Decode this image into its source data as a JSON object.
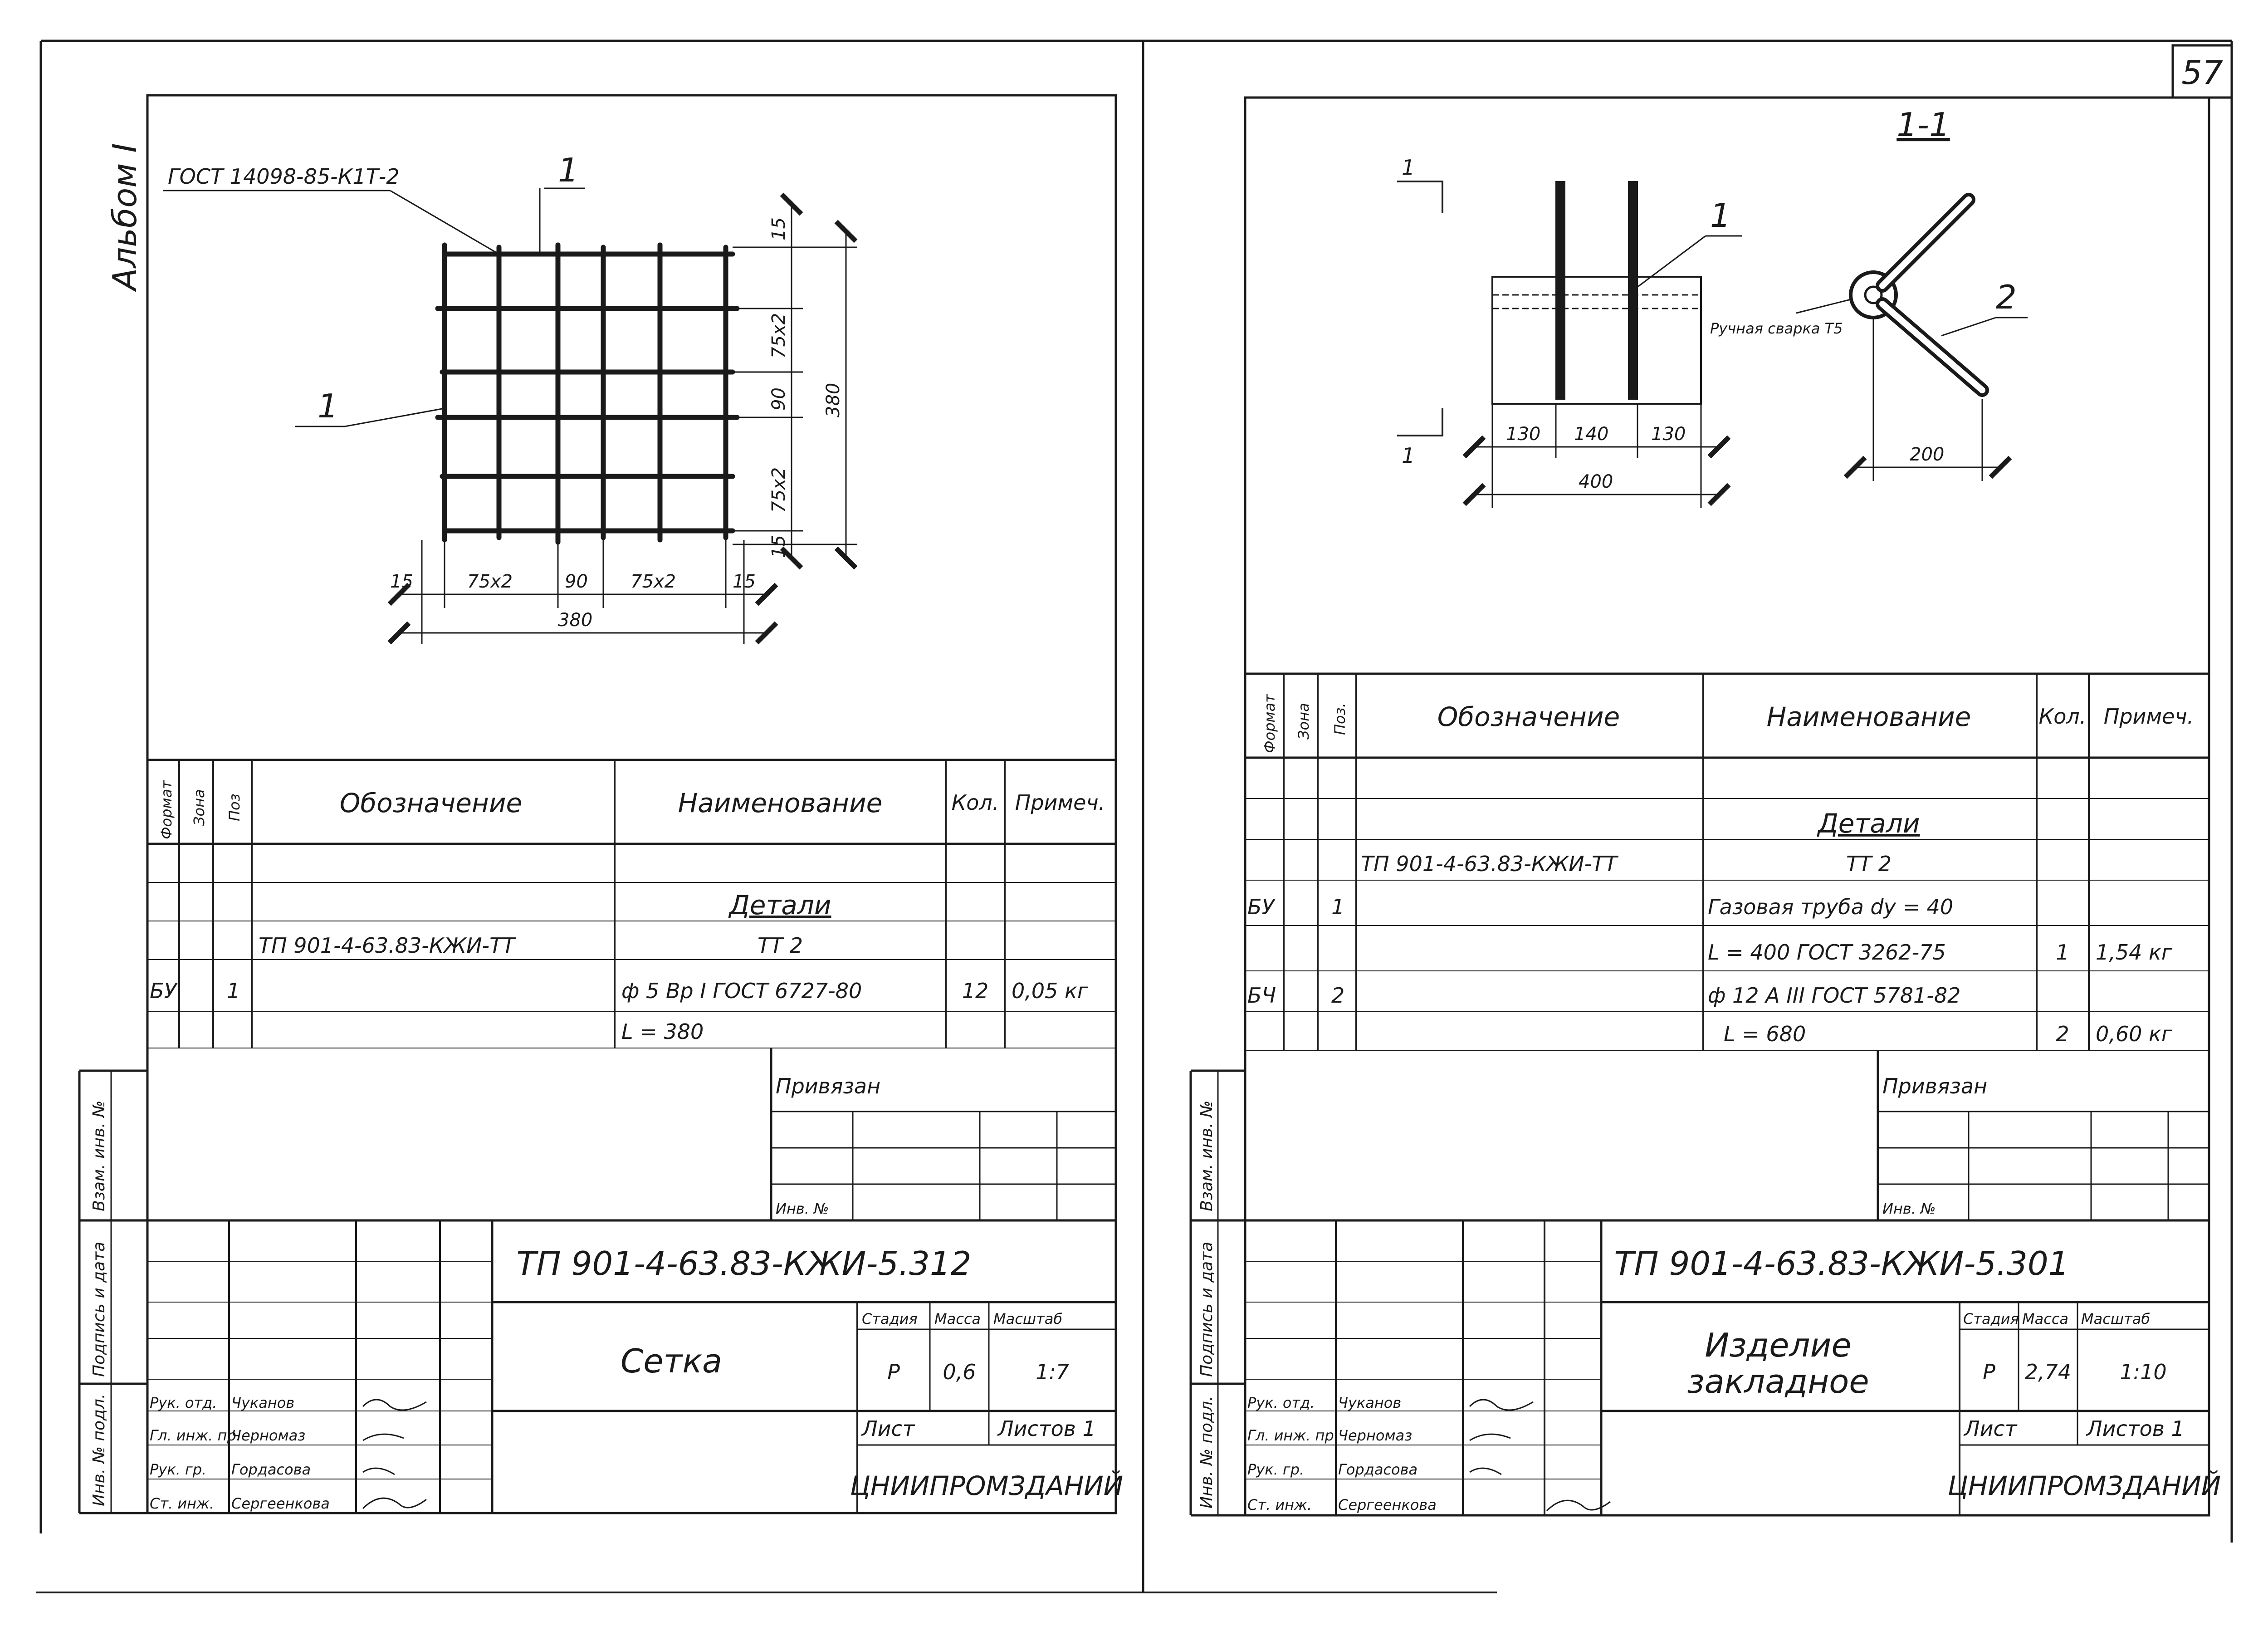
{
  "page_number": "57",
  "album_label": "Альбом I",
  "left": {
    "callouts": {
      "standard": "ГОСТ 14098-85-К1Т-2",
      "pos_top": "1",
      "pos_left": "1"
    },
    "dimensions": {
      "top": "15",
      "pitch_top": "75x2",
      "mid_v": "90",
      "pitch_bottom": "75x2",
      "bottom": "15",
      "height_total": "380",
      "left": "15",
      "pitch_left": "75x2",
      "mid_h": "90",
      "pitch_right": "75x2",
      "right": "15",
      "width_total": "380"
    },
    "spec_headers": {
      "format": "Формат",
      "zone": "Зона",
      "pos": "Поз",
      "designation": "Обозначение",
      "name": "Наименование",
      "qty": "Кол.",
      "note": "Примеч."
    },
    "spec_rows": [
      {
        "format": "",
        "pos": "",
        "designation": "",
        "name": "Детали",
        "qty": "",
        "note": ""
      },
      {
        "format": "",
        "pos": "",
        "designation": "ТП 901-4-63.83-КЖИ-ТТ",
        "name": "ТТ 2",
        "qty": "",
        "note": ""
      },
      {
        "format": "БУ",
        "pos": "1",
        "designation": "",
        "name": "ф 5 Вр I   ГОСТ 6727-80",
        "qty": "12",
        "note": "0,05 кг"
      },
      {
        "format": "",
        "pos": "",
        "designation": "",
        "name": "L = 380",
        "qty": "",
        "note": ""
      }
    ],
    "privyazan": "Привязан",
    "inv_no": "Инв. №",
    "side_labels": {
      "a": "Взам. инв. №",
      "b": "Подпись и дата",
      "c": "Инв. № подл."
    },
    "doc_code": "ТП 901-4-63.83-КЖИ-5.312",
    "title": "Сетка",
    "stage_label": "Стадия",
    "mass_label": "Масса",
    "scale_label": "Масштаб",
    "stage": "Р",
    "mass": "0,6",
    "scale": "1:7",
    "sheet_label": "Лист",
    "sheets_label": "Листов 1",
    "org": "ЦНИИПРОМЗДАНИЙ",
    "signers": [
      {
        "role": "Рук. отд.",
        "name": "Чуканов"
      },
      {
        "role": "Гл. инж. пр.",
        "name": "Черномаз"
      },
      {
        "role": "Рук. гр.",
        "name": "Гордасова"
      },
      {
        "role": "Ст. инж.",
        "name": "Сергеенкова"
      }
    ]
  },
  "right": {
    "section_label": "1-1",
    "section_marks": {
      "top": "1",
      "bottom": "1"
    },
    "callouts": {
      "pos1": "1",
      "pos2": "2",
      "weld": "Ручная сварка Т5"
    },
    "dimensions": {
      "d1": "130",
      "d2": "140",
      "d3": "130",
      "total": "400",
      "bar": "200"
    },
    "spec_headers": {
      "format": "Формат",
      "zone": "Зона",
      "pos": "Поз.",
      "designation": "Обозначение",
      "name": "Наименование",
      "qty": "Кол.",
      "note": "Примеч."
    },
    "spec_rows": [
      {
        "format": "",
        "pos": "",
        "designation": "",
        "name": "Детали",
        "qty": "",
        "note": ""
      },
      {
        "format": "",
        "pos": "",
        "designation": "ТП 901-4-63.83-КЖИ-ТТ",
        "name": "ТТ 2",
        "qty": "",
        "note": ""
      },
      {
        "format": "БУ",
        "pos": "1",
        "designation": "",
        "name": "Газовая труба dy = 40",
        "qty": "",
        "note": ""
      },
      {
        "format": "",
        "pos": "",
        "designation": "",
        "name": "L = 400   ГОСТ 3262-75",
        "qty": "1",
        "note": "1,54 кг"
      },
      {
        "format": "БЧ",
        "pos": "2",
        "designation": "",
        "name": "ф 12 A III   ГОСТ 5781-82",
        "qty": "",
        "note": ""
      },
      {
        "format": "",
        "pos": "",
        "designation": "",
        "name": "L = 680",
        "qty": "2",
        "note": "0,60 кг"
      }
    ],
    "privyazan": "Привязан",
    "inv_no": "Инв. №",
    "side_labels": {
      "a": "Взам. инв. №",
      "b": "Подпись и дата",
      "c": "Инв. № подл."
    },
    "doc_code": "ТП 901-4-63.83-КЖИ-5.301",
    "title_line1": "Изделие",
    "title_line2": "закладное",
    "stage_label": "Стадия",
    "mass_label": "Масса",
    "scale_label": "Масштаб",
    "stage": "Р",
    "mass": "2,74",
    "scale": "1:10",
    "sheet_label": "Лист",
    "sheets_label": "Листов 1",
    "org": "ЦНИИПРОМЗДАНИЙ",
    "signers": [
      {
        "role": "Рук. отд.",
        "name": "Чуканов"
      },
      {
        "role": "Гл. инж. пр.",
        "name": "Черномаз"
      },
      {
        "role": "Рук. гр.",
        "name": "Гордасова"
      },
      {
        "role": "Ст. инж.",
        "name": "Сергеенкова"
      }
    ]
  }
}
